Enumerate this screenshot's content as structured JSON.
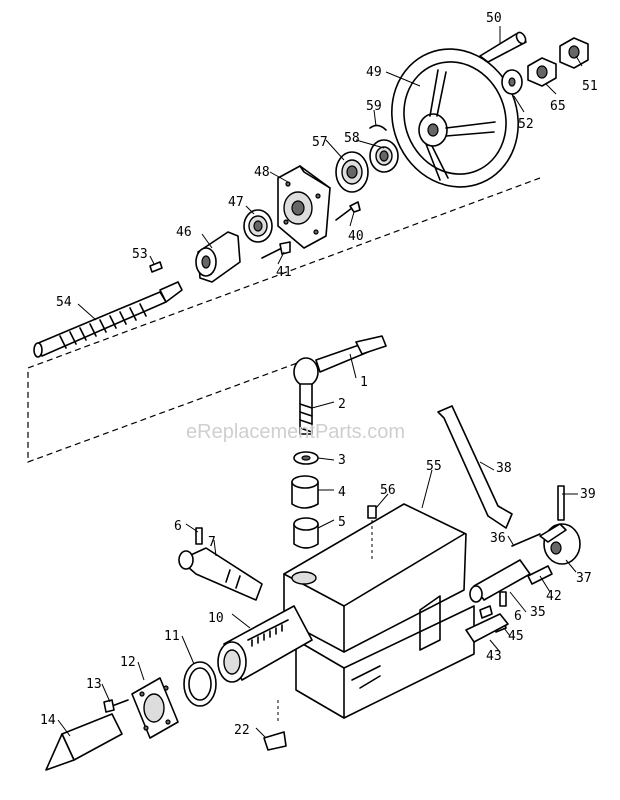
{
  "watermark": "eReplacementParts.com",
  "callouts": {
    "p1": "1",
    "p2": "2",
    "p3": "3",
    "p4": "4",
    "p5": "5",
    "p6a": "6",
    "p6b": "6",
    "p7": "7",
    "p10": "10",
    "p11": "11",
    "p12": "12",
    "p13": "13",
    "p14": "14",
    "p22": "22",
    "p35": "35",
    "p36": "36",
    "p37": "37",
    "p38": "38",
    "p39": "39",
    "p40": "40",
    "p41": "41",
    "p42": "42",
    "p43": "43",
    "p45": "45",
    "p46": "46",
    "p47": "47",
    "p48": "48",
    "p49": "49",
    "p50": "50",
    "p51": "51",
    "p52": "52",
    "p53": "53",
    "p54": "54",
    "p55": "55",
    "p56": "56",
    "p57": "57",
    "p58": "58",
    "p59": "59",
    "p65": "65"
  }
}
